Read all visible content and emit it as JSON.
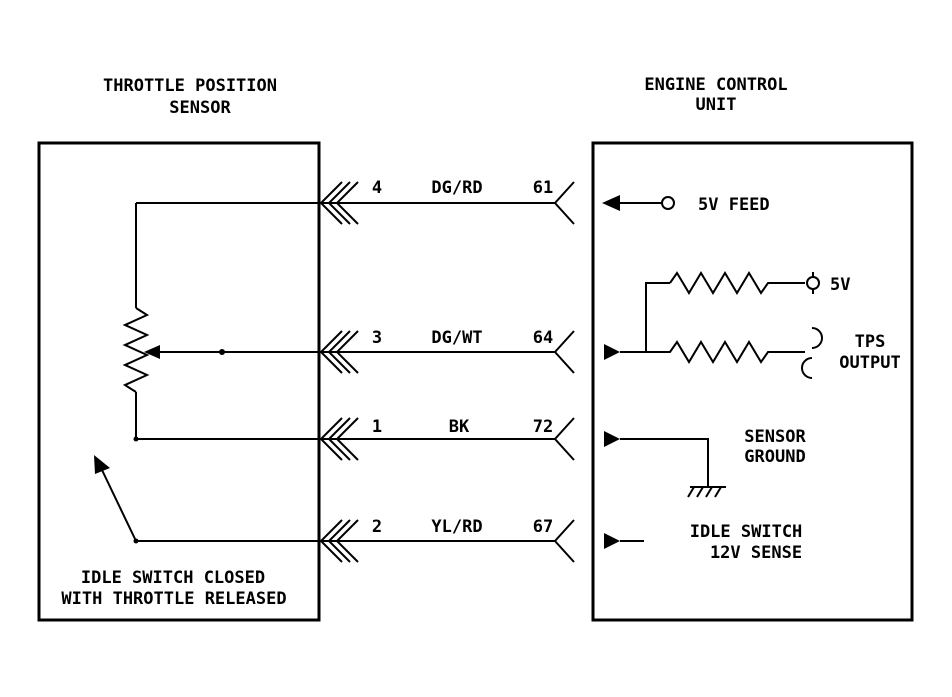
{
  "tps": {
    "title_line1": "THROTTLE POSITION",
    "title_line2": "SENSOR",
    "note_line1": "IDLE SWITCH CLOSED",
    "note_line2": "WITH THROTTLE RELEASED"
  },
  "ecu": {
    "title_line1": "ENGINE CONTROL",
    "title_line2": "UNIT",
    "feed_5v": "5V FEED",
    "ref_5v": "5V",
    "tps_output_line1": "TPS",
    "tps_output_line2": "OUTPUT",
    "sensor_ground_line1": "SENSOR",
    "sensor_ground_line2": "GROUND",
    "idle_sense_line1": "IDLE SWITCH",
    "idle_sense_line2": "12V SENSE"
  },
  "wires": [
    {
      "tps_pin": "4",
      "color_code": "DG/RD",
      "ecu_pin": "61"
    },
    {
      "tps_pin": "3",
      "color_code": "DG/WT",
      "ecu_pin": "64"
    },
    {
      "tps_pin": "1",
      "color_code": "BK",
      "ecu_pin": "72"
    },
    {
      "tps_pin": "2",
      "color_code": "YL/RD",
      "ecu_pin": "67"
    }
  ]
}
